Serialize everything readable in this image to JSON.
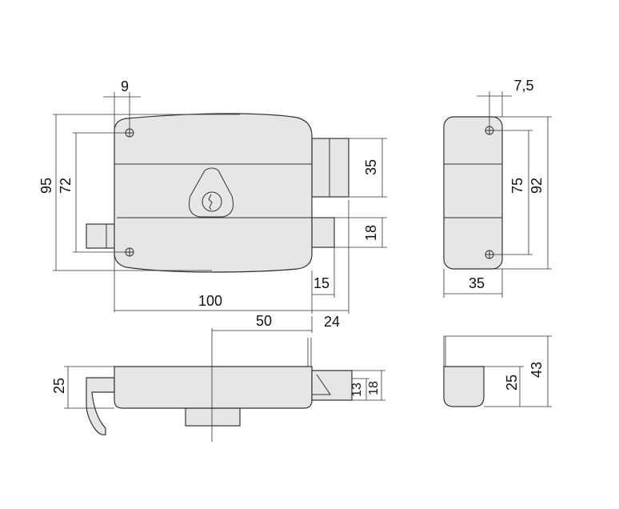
{
  "front_view": {
    "dims": {
      "hole_offset": "9",
      "height": "95",
      "hole_spacing": "72",
      "bolt_height": "35",
      "latch_height": "18",
      "latch_projection": "15",
      "width": "100",
      "bolt_projection": "24"
    }
  },
  "side_view": {
    "dims": {
      "hole_offset": "7,5",
      "hole_spacing": "75",
      "height": "92",
      "depth": "35"
    }
  },
  "bottom_view": {
    "dims": {
      "backset": "50",
      "depth": "25",
      "latch_thickness": "13",
      "bolt_thickness": "18"
    }
  },
  "end_view": {
    "dims": {
      "depth": "25",
      "total_depth": "43"
    }
  }
}
